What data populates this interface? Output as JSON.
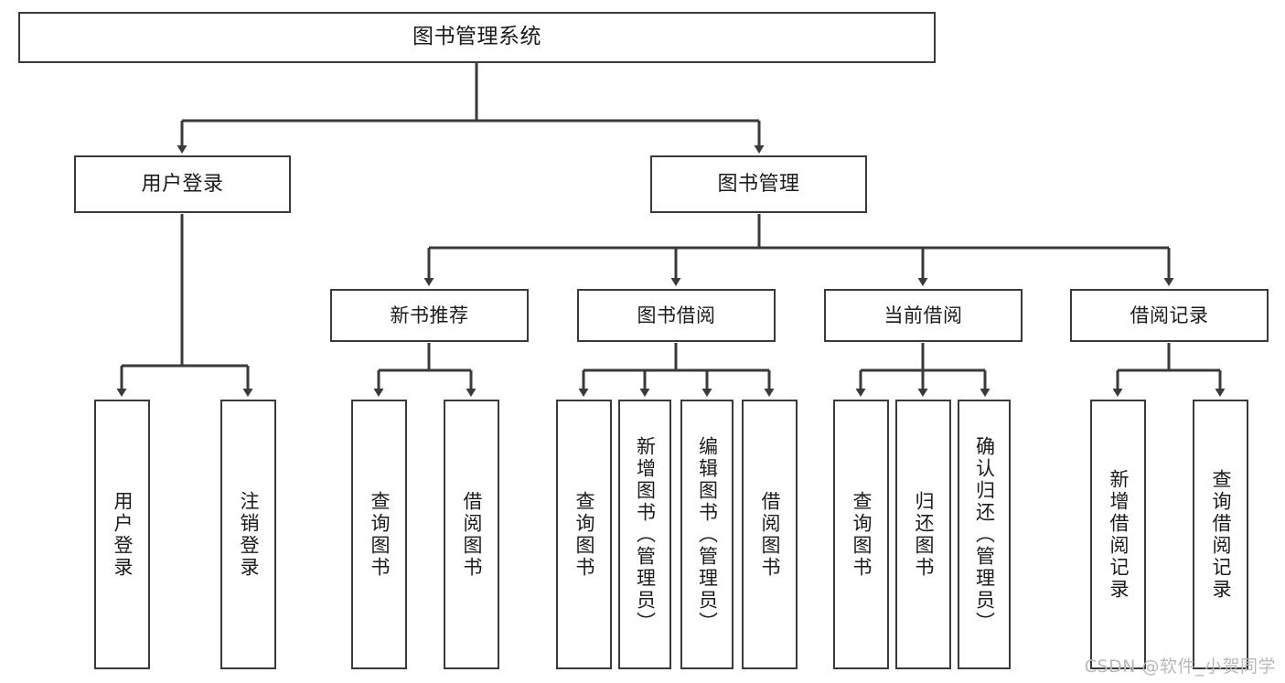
{
  "diagram": {
    "title": "图书管理系统",
    "type": "tree-structure-chart",
    "watermark": "CSDN @软件_小贺同学",
    "colors": {
      "box_border": "#3a3a3a",
      "box_fill": "#ffffff",
      "edge": "#3a3a3a",
      "text": "#1b1b1b",
      "watermark": "#b9b9b9"
    },
    "root": {
      "label": "图书管理系统"
    },
    "level1": [
      {
        "label": "用户登录"
      },
      {
        "label": "图书管理"
      }
    ],
    "level2": [
      {
        "label": "新书推荐"
      },
      {
        "label": "图书借阅"
      },
      {
        "label": "当前借阅"
      },
      {
        "label": "借阅记录"
      }
    ],
    "leaves": {
      "user_login": [
        {
          "label": "用户登录"
        },
        {
          "label": "注销登录"
        }
      ],
      "new_book_recommend": [
        {
          "label": "查询图书"
        },
        {
          "label": "借阅图书"
        }
      ],
      "book_borrow": [
        {
          "label": "查询图书"
        },
        {
          "label": "新增图书（管理员）"
        },
        {
          "label": "编辑图书（管理员）"
        },
        {
          "label": "借阅图书"
        }
      ],
      "current_borrow": [
        {
          "label": "查询图书"
        },
        {
          "label": "归还图书"
        },
        {
          "label": "确认归还（管理员）"
        }
      ],
      "borrow_record": [
        {
          "label": "新增借阅记录"
        },
        {
          "label": "查询借阅记录"
        }
      ]
    }
  }
}
